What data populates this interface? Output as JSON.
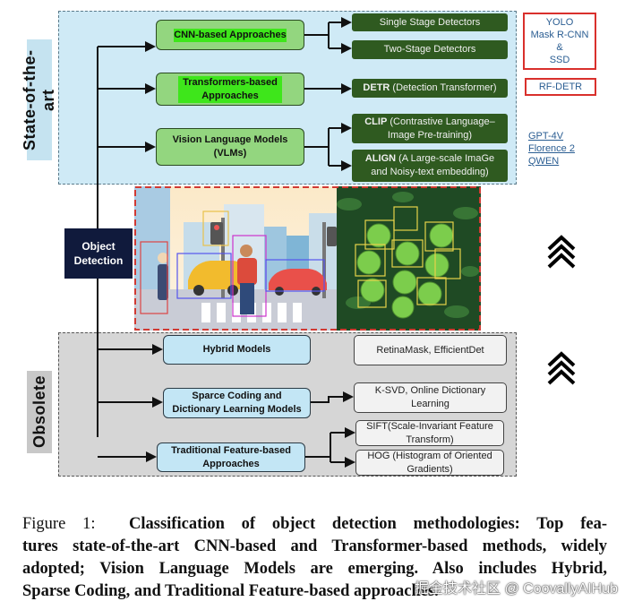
{
  "sections": {
    "top_label": "State-of-the-art",
    "bottom_label": "Obsolete",
    "center_label": "Object Detection"
  },
  "top": {
    "categories": [
      {
        "label": "CNN-based Approaches"
      },
      {
        "label": "Transformers-based Approaches"
      },
      {
        "label": "Vision Language Models (VLMs)"
      }
    ],
    "methods": [
      {
        "bold": "",
        "text": "Single Stage Detectors"
      },
      {
        "bold": "",
        "text": "Two-Stage Detectors"
      },
      {
        "bold": "DETR",
        "text": " (Detection Transformer)"
      },
      {
        "bold": "CLIP",
        "text": " (Contrastive Language–Image Pre-training)"
      },
      {
        "bold": "ALIGN",
        "text": " (A Large-scale ImaGe and Noisy-text embedding)"
      }
    ],
    "examples": {
      "cnn": [
        "YOLO",
        "Mask R-CNN",
        "&",
        "SSD"
      ],
      "transformer": "RF-DETR",
      "vlm": [
        "GPT-4V",
        "Florence 2",
        "QWEN"
      ]
    }
  },
  "bottom": {
    "categories": [
      {
        "label": "Hybrid Models"
      },
      {
        "label": "Sparce Coding and Dictionary Learning Models"
      },
      {
        "label": "Traditional Feature-based Approaches"
      }
    ],
    "methods": [
      "RetinaMask, EfficientDet",
      "K-SVD, Online Dictionary Learning",
      "SIFT(Scale-Invariant Feature Transform)",
      "HOG (Histogram of Oriented Gradients)"
    ]
  },
  "caption": {
    "label": "Figure 1:",
    "lines": [
      "Classification of object detection methodologies: Top fea-",
      "tures state-of-the-art CNN-based and Transformer-based methods, widely",
      "adopted; Vision Language Models are emerging. Also includes Hybrid,",
      "Sparse Coding, and Traditional Feature-based approaches."
    ]
  },
  "watermark": "掘金技术社区 @ CoovallyAIHub",
  "colors": {
    "top_region": "#cfeaf6",
    "bottom_region": "#d6d6d6",
    "category_green": "#93d67f",
    "method_dark_green": "#2f5a20",
    "highlight": "#3ee61b",
    "red_outline": "#d9302c",
    "object_detection": "#101a3c"
  }
}
